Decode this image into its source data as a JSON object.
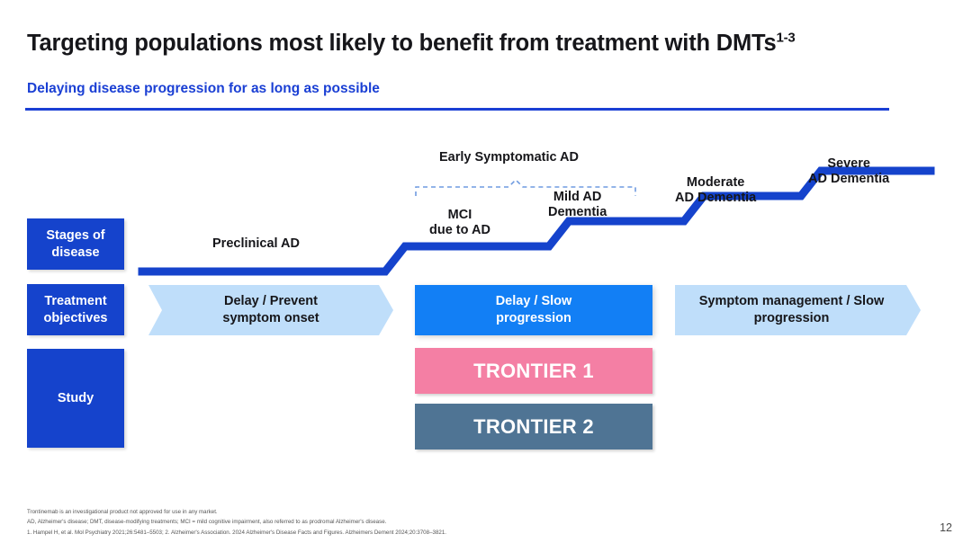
{
  "header": {
    "title": "Targeting populations most likely to benefit from treatment with DMTs",
    "title_superscript": "1-3",
    "subtitle": "Delaying disease progression for as long as possible"
  },
  "categories": [
    {
      "id": "stages",
      "label": "Stages of disease"
    },
    {
      "id": "treatment",
      "label": "Treatment objectives"
    },
    {
      "id": "study",
      "label": "Study"
    }
  ],
  "stages": {
    "bracket_label": "Early Symptomatic AD",
    "items": [
      {
        "id": "preclinical",
        "label": "Preclinical AD"
      },
      {
        "id": "mci",
        "label": "MCI\ndue to AD"
      },
      {
        "id": "mild",
        "label": "Mild AD\nDementia"
      },
      {
        "id": "moderate",
        "label": "Moderate\nAD Dementia"
      },
      {
        "id": "severe",
        "label": "Severe\nAD Dementia"
      }
    ]
  },
  "treatment_objectives": [
    {
      "id": "delay-prevent",
      "label": "Delay / Prevent\nsymptom onset",
      "color": "#bfdefa"
    },
    {
      "id": "delay-slow",
      "label": "Delay / Slow\nprogression",
      "color": "#127ff5"
    },
    {
      "id": "symptom-management",
      "label": "Symptom management / Slow\nprogression",
      "color": "#bfdefa"
    }
  ],
  "studies": [
    {
      "id": "trontier-1",
      "label": "TRONTIER 1",
      "color": "#f47fa4"
    },
    {
      "id": "trontier-2",
      "label": "TRONTIER 2",
      "color": "#4f7494"
    }
  ],
  "footnotes": [
    "Trontinemab is an investigational product not approved for use in any market.",
    "AD, Alzheimer's disease; DMT, disease-modifying treatments; MCI = mild cognitive impairment, also referred to as prodromal Alzheimer's disease.",
    "1. Hampel H, et al. Mol Psychiatry 2021;26:5481–5503; 2. Alzheimer's Association. 2024 Alzheimer's Disease Facts and Figures. Alzheimers Dement 2024;20:3708–3821."
  ],
  "page_number": "12",
  "colors": {
    "brand_blue": "#1543cc",
    "accent_blue": "#1a3fd4",
    "bright_blue": "#127ff5",
    "light_blue": "#bfdefa",
    "pink": "#f47fa4",
    "slate": "#4f7494"
  }
}
